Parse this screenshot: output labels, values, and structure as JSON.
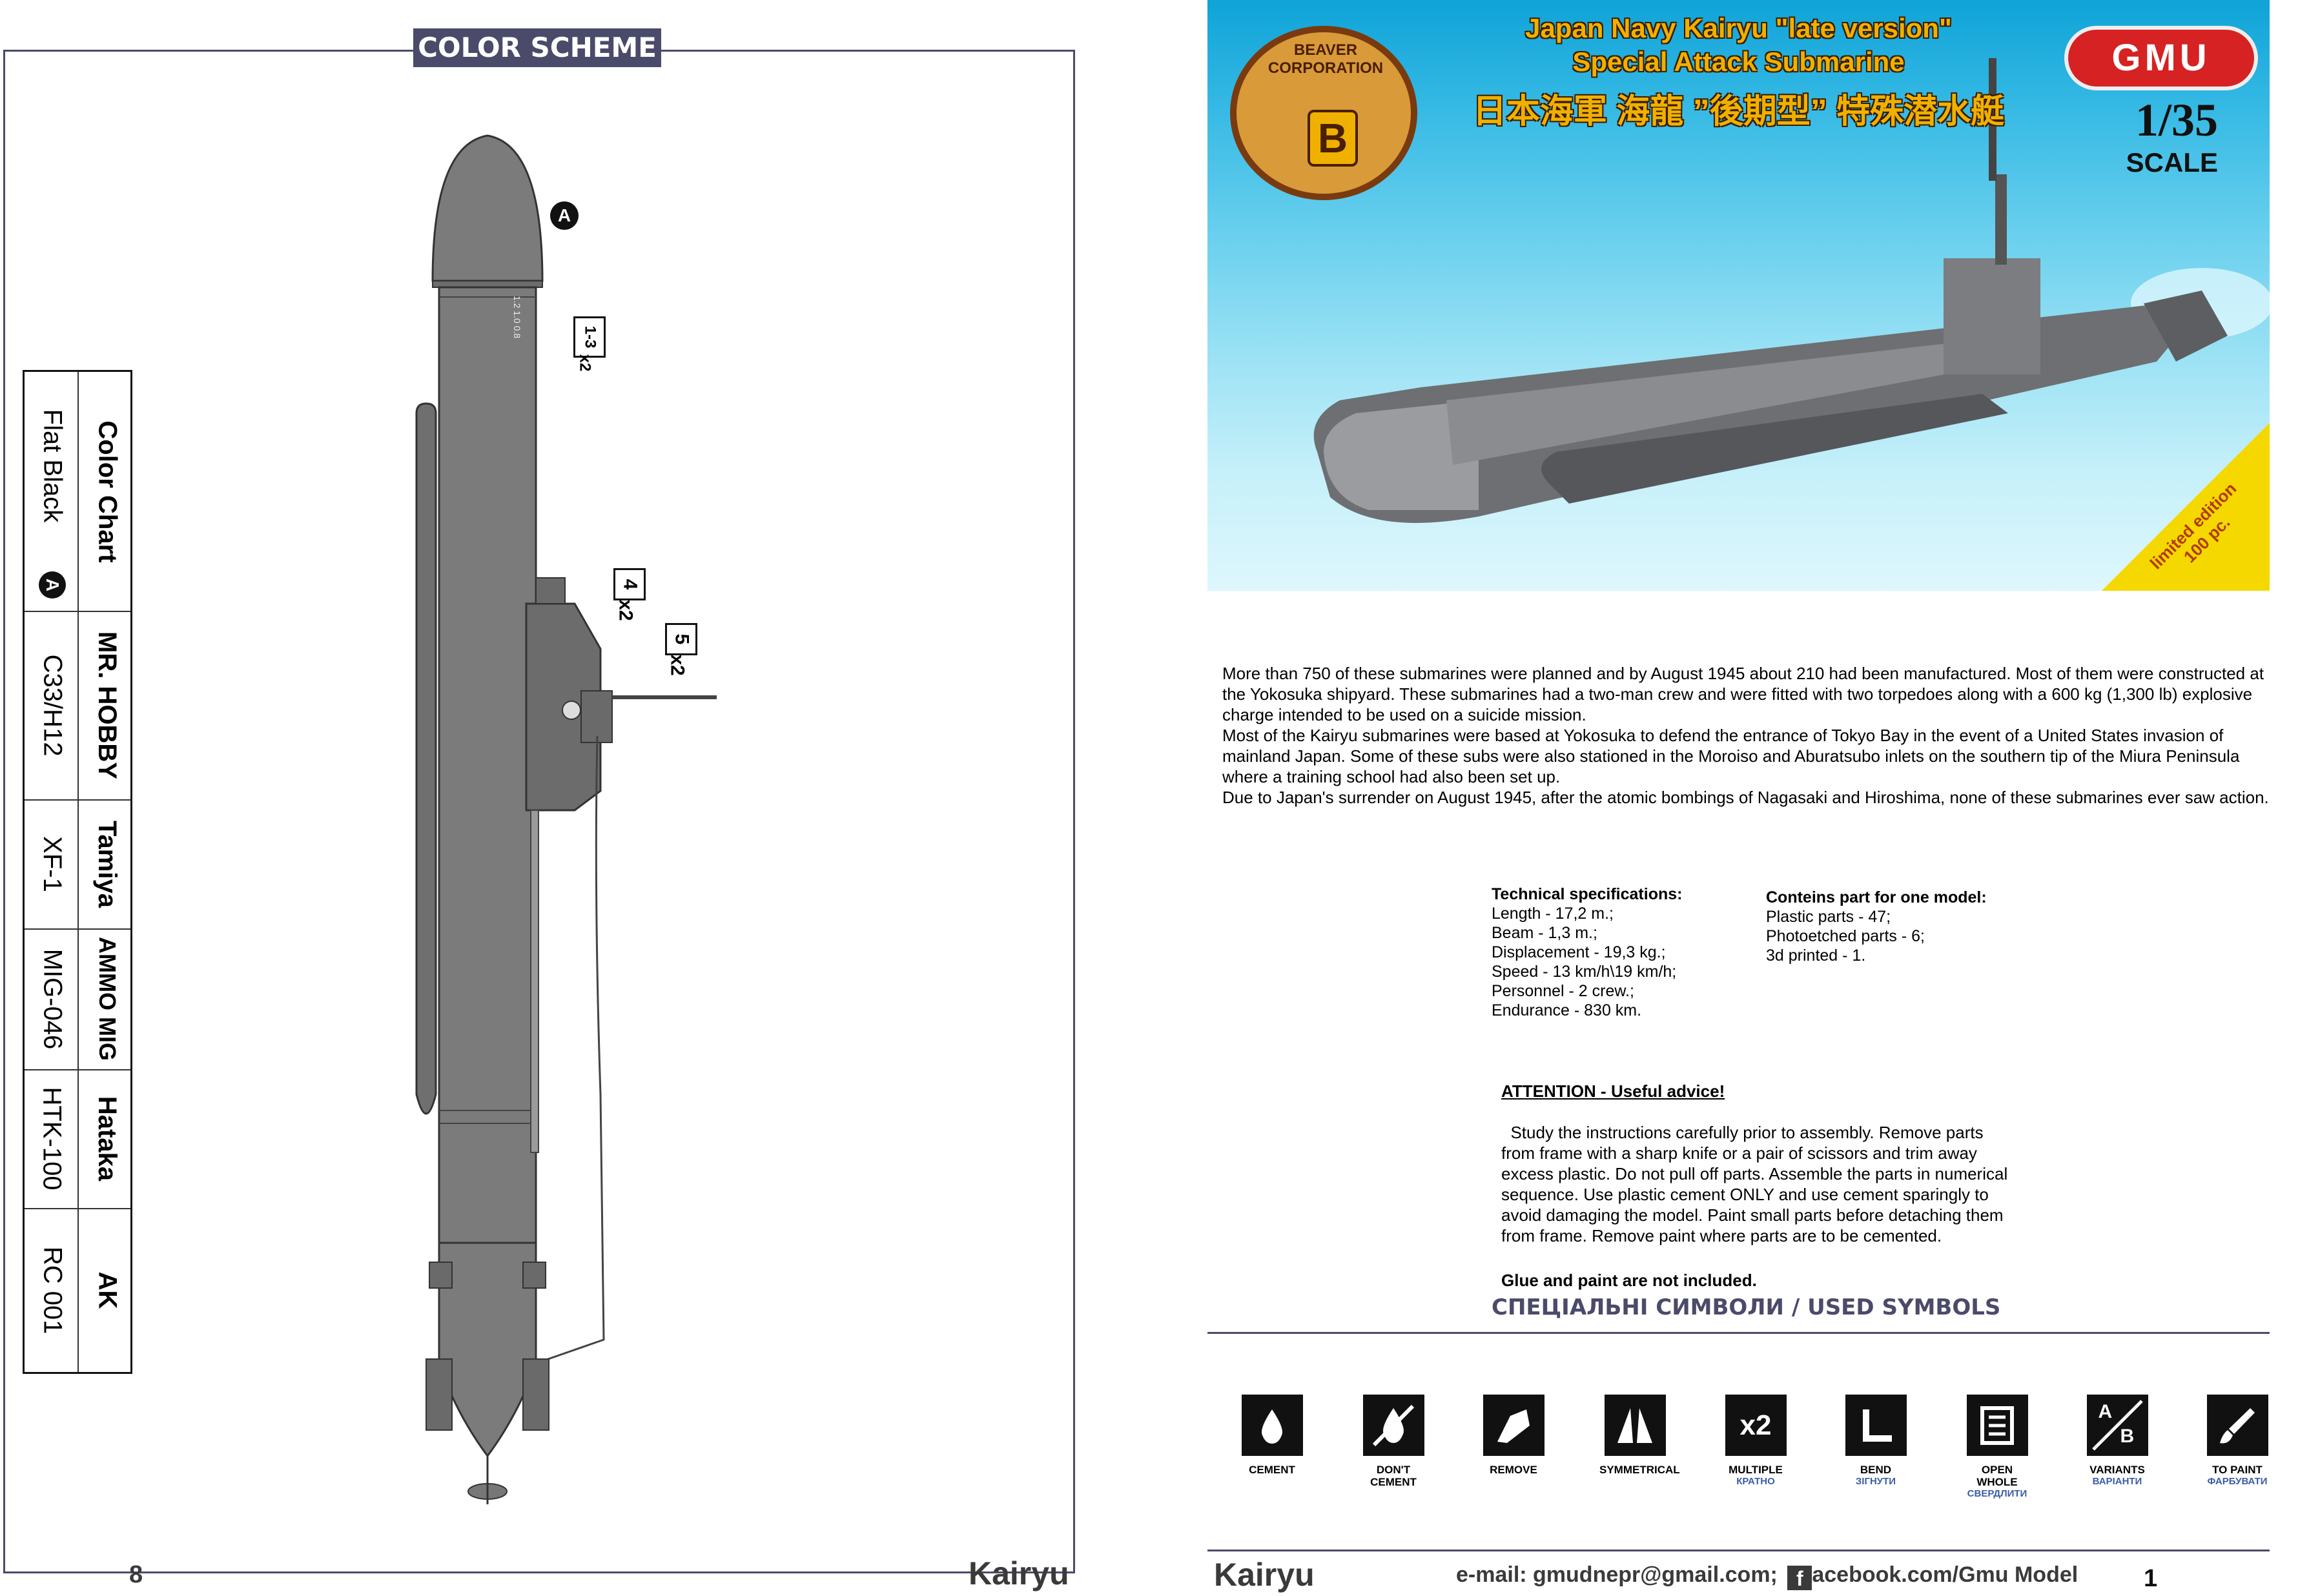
{
  "left_page": {
    "header": "COLOR SCHEME",
    "page_number": "8",
    "page_title": "Kairyu",
    "callouts": {
      "paint_marker": "A",
      "part_1_3": "1-3",
      "part_1_3_qty": "x2",
      "part_4": "4",
      "part_4_qty": "x2",
      "part_5": "5",
      "part_5_qty": "x2",
      "torpedo_marks": [
        "1.2",
        "1.0",
        "0.8"
      ]
    },
    "color_chart": {
      "title": "Color Chart",
      "color_name": "Flat Black",
      "marker": "A",
      "brands": [
        {
          "name": "MR. HOBBY",
          "code": "C33/H12"
        },
        {
          "name": "Tamiya",
          "code": "XF-1"
        },
        {
          "name": "AMMO MIG",
          "code": "MIG-046"
        },
        {
          "name": "Hataka",
          "code": "HTK-100"
        },
        {
          "name": "AK",
          "code": "RC 001"
        }
      ]
    }
  },
  "right_page": {
    "brand_logo": "BEAVER CORPORATION",
    "brand_logo_letter": "B",
    "title_en_1": "Japan Navy Kairyu \"late version\"",
    "title_en_2": "Special Attack Submarine",
    "title_jp": "日本海軍 海龍 ”後期型” 特殊潜水艇",
    "gmu_logo": "GMU",
    "scale": "1/35",
    "scale_label": "SCALE",
    "limited_edition_1": "limited edition",
    "limited_edition_2": "100 pc.",
    "paragraphs": [
      "  More than 750 of these submarines were planned and by August 1945 about 210 had been manufactured. Most of them were constructed at the Yokosuka shipyard. These submarines had a two-man crew and were fitted with two torpedoes along with a 600 kg (1,300 lb) explosive charge intended to be used on a suicide mission.",
      "  Most of the Kairyu submarines were based at Yokosuka to defend the entrance of Tokyo Bay in the event of a United States invasion of mainland Japan. Some of these subs were also stationed in the Moroiso and Aburatsubo inlets on the southern tip of the Miura Peninsula where a training school had also been set up.",
      "  Due to Japan's surrender on August 1945, after the atomic bombings of Nagasaki and Hiroshima, none of these submarines ever saw action."
    ],
    "tech_specs": {
      "title": "Technical specifications:",
      "items": [
        "Length - 17,2 m.;",
        "Beam - 1,3 m.;",
        "Displacement - 19,3 kg.;",
        "Speed - 13 km/h\\19 km/h;",
        "Personnel - 2 crew.;",
        "Endurance - 830 km."
      ]
    },
    "contents": {
      "title": "Conteins part for one model:",
      "items": [
        "Plastic parts - 47;",
        "Photoetched parts - 6;",
        "3d printed - 1."
      ]
    },
    "attention": {
      "title": "ATTENTION - Useful advice!",
      "body": "  Study the instructions carefully prior to assembly. Remove parts from frame with a sharp knife or a pair of scissors and trim away excess plastic. Do not pull off parts. Assemble the parts in numerical sequence. Use plastic cement ONLY and use cement sparingly to avoid damaging the model. Paint small parts before detaching them from frame. Remove paint where parts are to be cemented.",
      "note": "Glue and paint are not included."
    },
    "symbols_title": "СПЕЦІАЛЬНІ СИМВОЛИ / USED SYMBOLS",
    "symbols": [
      {
        "icon": "cement-icon",
        "label": "CEMENT",
        "sub": ""
      },
      {
        "icon": "dont-cement-icon",
        "label": "DON'T CEMENT",
        "sub": ""
      },
      {
        "icon": "remove-icon",
        "label": "REMOVE",
        "sub": ""
      },
      {
        "icon": "symmetrical-icon",
        "label": "SYMMETRICAL",
        "sub": ""
      },
      {
        "icon": "multiple-icon",
        "label": "MULTIPLE",
        "sub": "КРАТНО",
        "glyph": "x2"
      },
      {
        "icon": "bend-icon",
        "label": "BEND",
        "sub": "ЗІГНУТИ"
      },
      {
        "icon": "open-whole-icon",
        "label": "OPEN WHOLE",
        "sub": "СВЕРДЛИТИ"
      },
      {
        "icon": "variants-icon",
        "label": "VARIANTS",
        "sub": "ВАРІАНТИ",
        "glyph_a": "A",
        "glyph_b": "B"
      },
      {
        "icon": "to-paint-icon",
        "label": "TO PAINT",
        "sub": "ФАРБУВАТИ"
      }
    ],
    "email": "e-mail: gmudnepr@gmail.com;",
    "facebook_glyph": "f",
    "facebook": "acebook.com/Gmu Model",
    "page_title": "Kairyu",
    "page_number": "1"
  }
}
